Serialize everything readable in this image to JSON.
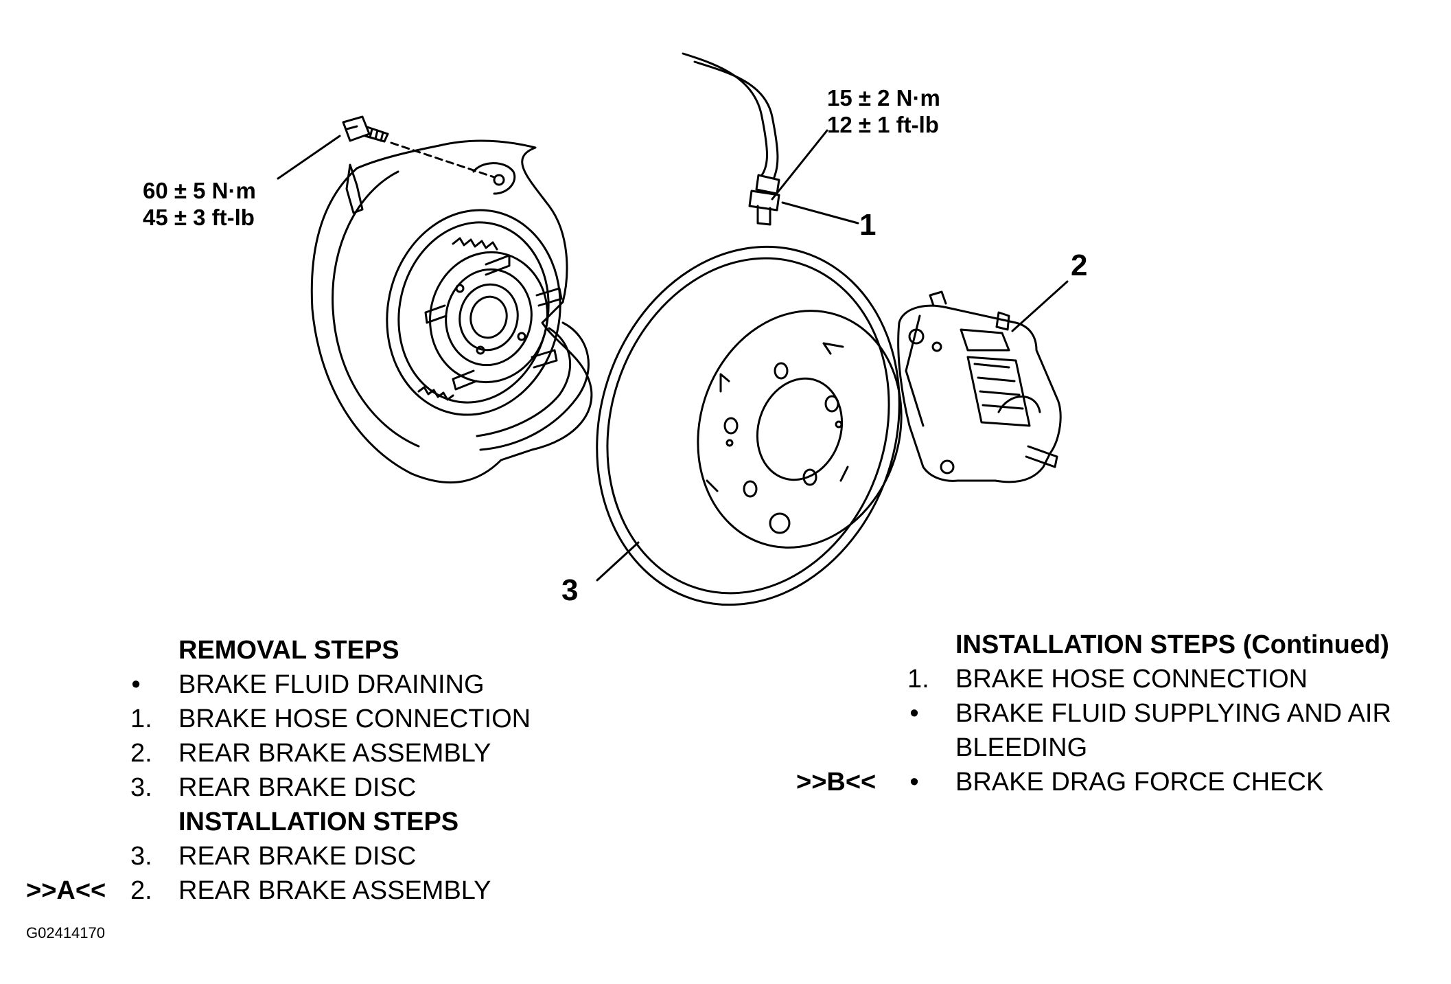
{
  "torque": {
    "bolt": {
      "line1": "60 ± 5 N·m",
      "line2": "45 ± 3 ft-lb"
    },
    "hose": {
      "line1": "15 ± 2 N·m",
      "line2": "12 ± 1 ft-lb"
    }
  },
  "callouts": {
    "c1": "1",
    "c2": "2",
    "c3": "3"
  },
  "left_steps": {
    "removal_heading": "REMOVAL STEPS",
    "removal": [
      {
        "num": "•",
        "label": "BRAKE FLUID DRAINING"
      },
      {
        "num": "1.",
        "label": "BRAKE HOSE CONNECTION"
      },
      {
        "num": "2.",
        "label": "REAR BRAKE ASSEMBLY"
      },
      {
        "num": "3.",
        "label": "REAR BRAKE DISC"
      }
    ],
    "installation_heading": "INSTALLATION STEPS",
    "installation": [
      {
        "num": "3.",
        "label": "REAR BRAKE DISC",
        "tag": ""
      },
      {
        "num": "2.",
        "label": "REAR BRAKE ASSEMBLY",
        "tag": ">>A<<"
      }
    ]
  },
  "right_steps": {
    "heading": "INSTALLATION STEPS (Continued)",
    "items": [
      {
        "num": "1.",
        "label": "BRAKE HOSE CONNECTION",
        "tag": ""
      },
      {
        "num": "•",
        "label": "BRAKE FLUID SUPPLYING AND AIR",
        "label2": "BLEEDING",
        "tag": ""
      },
      {
        "num": "•",
        "label": "BRAKE DRAG FORCE CHECK",
        "tag": ">>B<<"
      }
    ]
  },
  "figure_id": "G02414170"
}
